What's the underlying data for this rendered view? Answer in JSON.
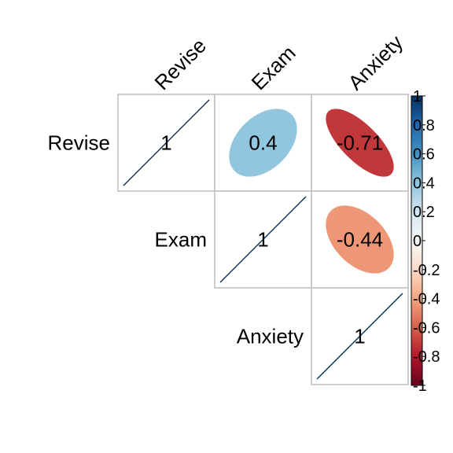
{
  "chart_data": {
    "type": "heatmap",
    "variables": [
      "Revise",
      "Exam",
      "Anxiety"
    ],
    "matrix_type": "upper",
    "method": "ellipse",
    "correlations": [
      [
        1,
        0.4,
        -0.71
      ],
      [
        0.4,
        1,
        -0.44
      ],
      [
        -0.71,
        -0.44,
        1
      ]
    ],
    "value_labels": [
      [
        "1",
        "0.4",
        "-0.71"
      ],
      [
        "",
        "1",
        "-0.44"
      ],
      [
        "",
        "",
        "1"
      ]
    ],
    "colorbar": {
      "range": [
        -1,
        1
      ],
      "tick_labels": [
        "1",
        "0.8",
        "0.6",
        "0.4",
        "0.2",
        "0",
        "-0.2",
        "-0.4",
        "-0.6",
        "-0.8",
        "-1"
      ],
      "tick_values": [
        1,
        0.8,
        0.6,
        0.4,
        0.2,
        0,
        -0.2,
        -0.4,
        -0.6,
        -0.8,
        -1
      ]
    },
    "colors": {
      "strong_positive": "#053061",
      "positive": "#92c5de",
      "neutral": "#f7f7f7",
      "negative": "#f4a582",
      "strong_negative": "#67001f"
    }
  }
}
